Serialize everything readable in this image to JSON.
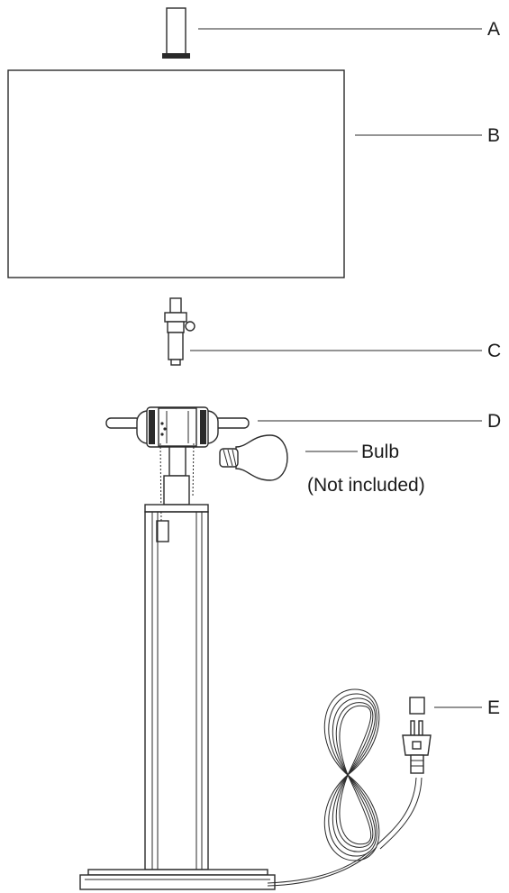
{
  "labels": {
    "a": "A",
    "b": "B",
    "c": "C",
    "d": "D",
    "e": "E",
    "bulb_line1": "Bulb",
    "bulb_line2": "(Not included)"
  },
  "icons": {
    "part_a": "finial-icon",
    "part_b": "lamp-shade-icon",
    "part_c": "harp-saddle-icon",
    "part_d": "lamp-socket-icon",
    "bulb": "light-bulb-icon",
    "part_e": "plug-cap-icon",
    "base": "lamp-base-icon",
    "cord": "power-cord-icon"
  },
  "colors": {
    "line": "#2a2a2a",
    "background": "#ffffff"
  }
}
